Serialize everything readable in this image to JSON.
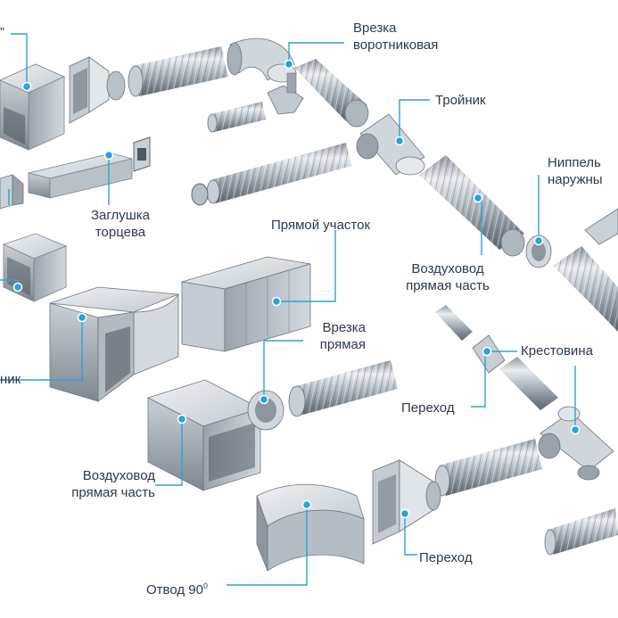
{
  "colors": {
    "accent": "#2aa3d6",
    "label_text": "#2b3a4a",
    "metal_light": "#dfe4e9",
    "metal_mid": "#aab3bc",
    "metal_dark": "#6c757e"
  },
  "labels": {
    "top_left_fragment": "”",
    "vrezka_vorotnikovaya": [
      "Врезка",
      "воротниковая"
    ],
    "troynik": "Тройник",
    "nippel_naruzhny": [
      "Ниппель",
      "наружны"
    ],
    "zaglushka": [
      "Заглушка",
      "торцева"
    ],
    "pryamoy_uchastok": "Прямой участок",
    "vozduhovod_right": [
      "Воздуховод",
      "прямая часть"
    ],
    "vrezka_pryamaya": [
      "Врезка",
      "прямая"
    ],
    "krestovina": "Крестовина",
    "left_fragment": "ник",
    "perehod_mid": "Переход",
    "vozduhovod_left": [
      "Воздуховод",
      "прямая часть"
    ],
    "perehod_bottom": "Переход",
    "otvod": "Отвод 90",
    "otvod_degree": "0"
  }
}
